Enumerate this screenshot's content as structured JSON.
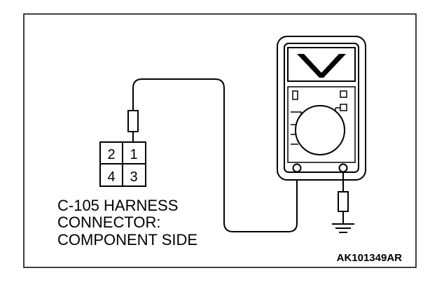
{
  "connector": {
    "pins": [
      "2",
      "1",
      "4",
      "3"
    ],
    "caption_lines": [
      "C-105 HARNESS",
      "CONNECTOR:",
      "COMPONENT SIDE"
    ]
  },
  "meter": {
    "display_symbol": "V"
  },
  "figure_code": "AK101349AR"
}
